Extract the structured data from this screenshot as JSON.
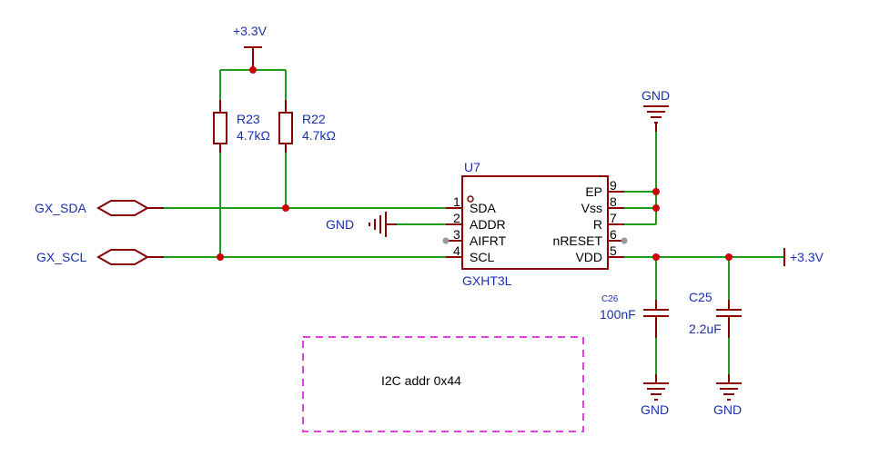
{
  "colors": {
    "wire": "#1a9e1a",
    "component": "#8b0000",
    "junction": "#cc0000",
    "label": "#1a2fb0",
    "annotation_box": "#e040e0"
  },
  "power": {
    "top_supply": "+3.3V",
    "right_supply": "+3.3V",
    "gnd_top": "GND",
    "gnd_addr": "GND",
    "gnd_c26": "GND",
    "gnd_c25": "GND"
  },
  "nets": {
    "sda": "GX_SDA",
    "scl": "GX_SCL"
  },
  "resistors": [
    {
      "ref": "R23",
      "value": "4.7kΩ"
    },
    {
      "ref": "R22",
      "value": "4.7kΩ"
    }
  ],
  "ic": {
    "ref": "U7",
    "part": "GXHT3L",
    "left_pins": [
      {
        "num": "1",
        "name": "SDA"
      },
      {
        "num": "2",
        "name": "ADDR"
      },
      {
        "num": "3",
        "name": "AIFRT"
      },
      {
        "num": "4",
        "name": "SCL"
      }
    ],
    "right_pins": [
      {
        "num": "9",
        "name": "EP"
      },
      {
        "num": "8",
        "name": "Vss"
      },
      {
        "num": "7",
        "name": "R"
      },
      {
        "num": "6",
        "name": "nRESET"
      },
      {
        "num": "5",
        "name": "VDD"
      }
    ]
  },
  "capacitors": [
    {
      "ref": "C26",
      "value": "100nF"
    },
    {
      "ref": "C25",
      "value": "2.2uF"
    }
  ],
  "note": "I2C addr 0x44"
}
